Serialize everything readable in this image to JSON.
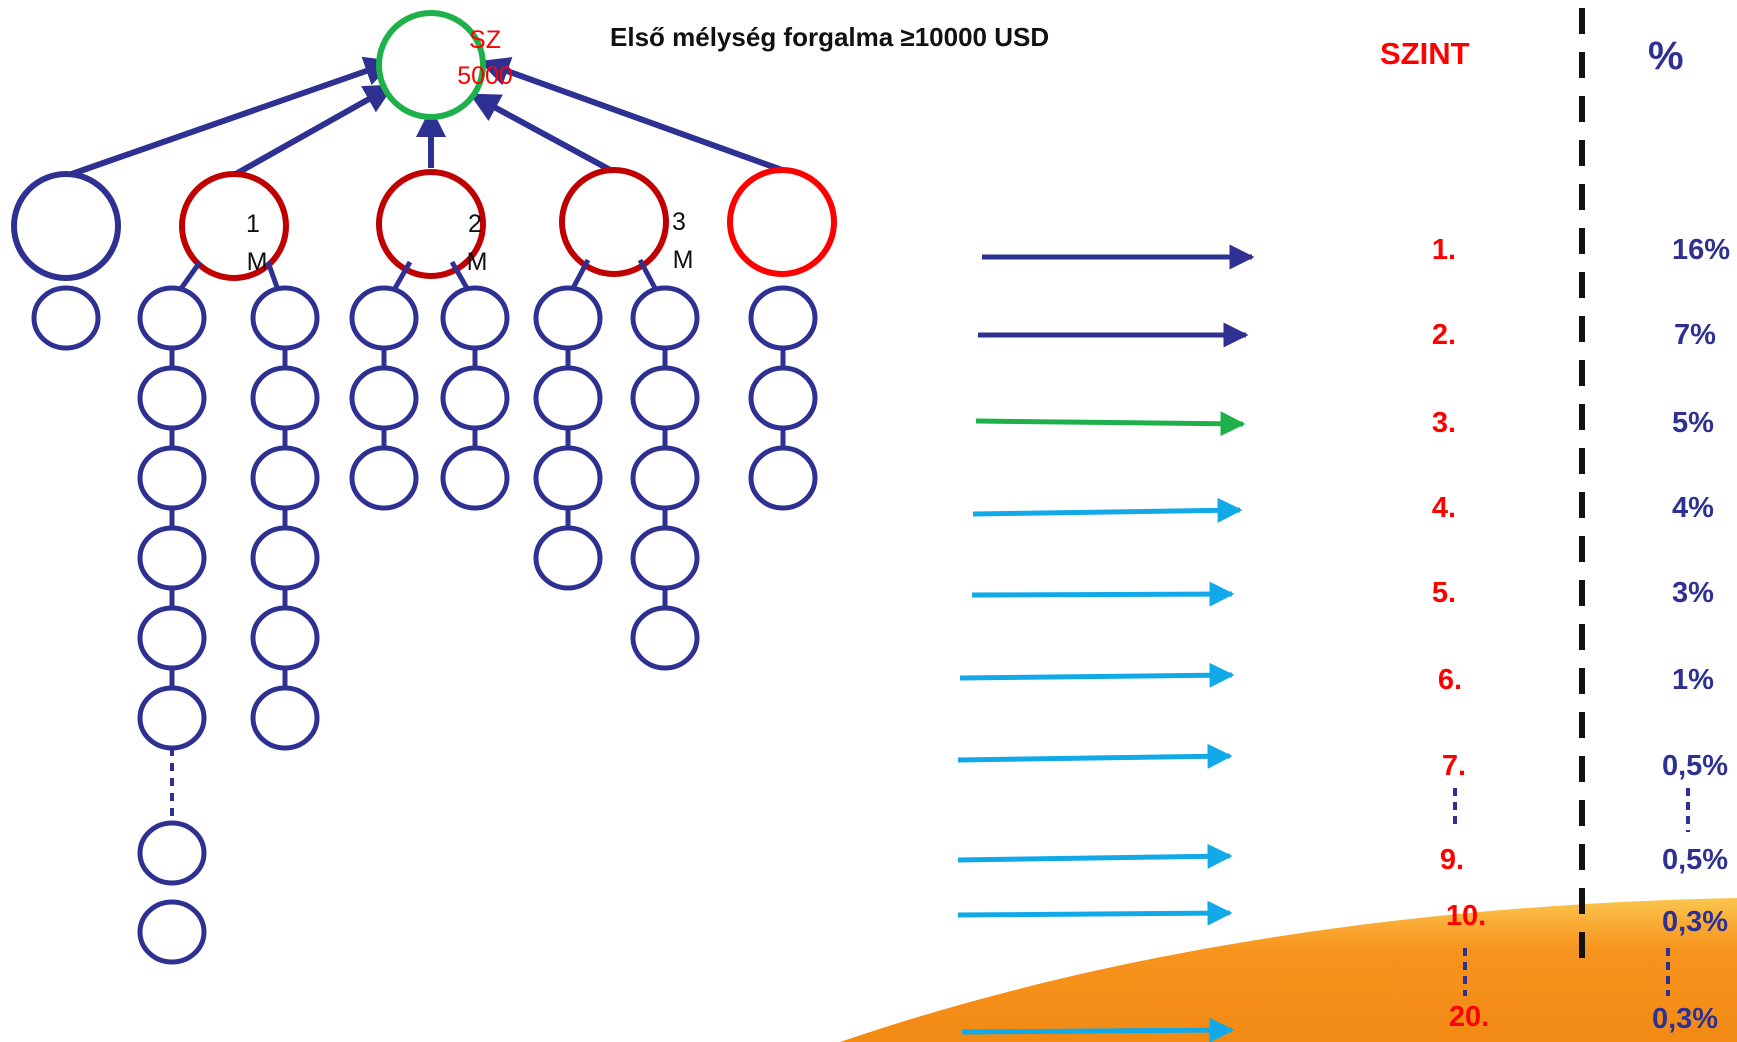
{
  "title": "Első mélység forgalma ≥10000 USD",
  "colors": {
    "navy": "#2E3192",
    "dark_red": "#C00000",
    "red": "#FF0000",
    "green": "#1DB04B",
    "light_blue": "#12A9E9",
    "black": "#111111",
    "sun": "#F7941D"
  },
  "root": {
    "line1": "SZ",
    "line2": "5000"
  },
  "members": [
    {
      "line1": "",
      "line2": ""
    },
    {
      "line1": "1",
      "line2": "M"
    },
    {
      "line1": "2",
      "line2": "M"
    },
    {
      "line1": "3",
      "line2": "M"
    },
    {
      "line1": "",
      "line2": ""
    }
  ],
  "table": {
    "szint_header": "SZINT",
    "pct_header": "%",
    "levels": [
      {
        "level": "1.",
        "percent": "16%"
      },
      {
        "level": "2.",
        "percent": "7%"
      },
      {
        "level": "3.",
        "percent": "5%"
      },
      {
        "level": "4.",
        "percent": "4%"
      },
      {
        "level": "5.",
        "percent": "3%"
      },
      {
        "level": "6.",
        "percent": "1%"
      },
      {
        "level": "7.",
        "percent": "0,5%"
      },
      {
        "level": "9.",
        "percent": "0,5%"
      },
      {
        "level": "10.",
        "percent": "0,3%"
      },
      {
        "level": "20.",
        "percent": "0,3%"
      }
    ]
  }
}
